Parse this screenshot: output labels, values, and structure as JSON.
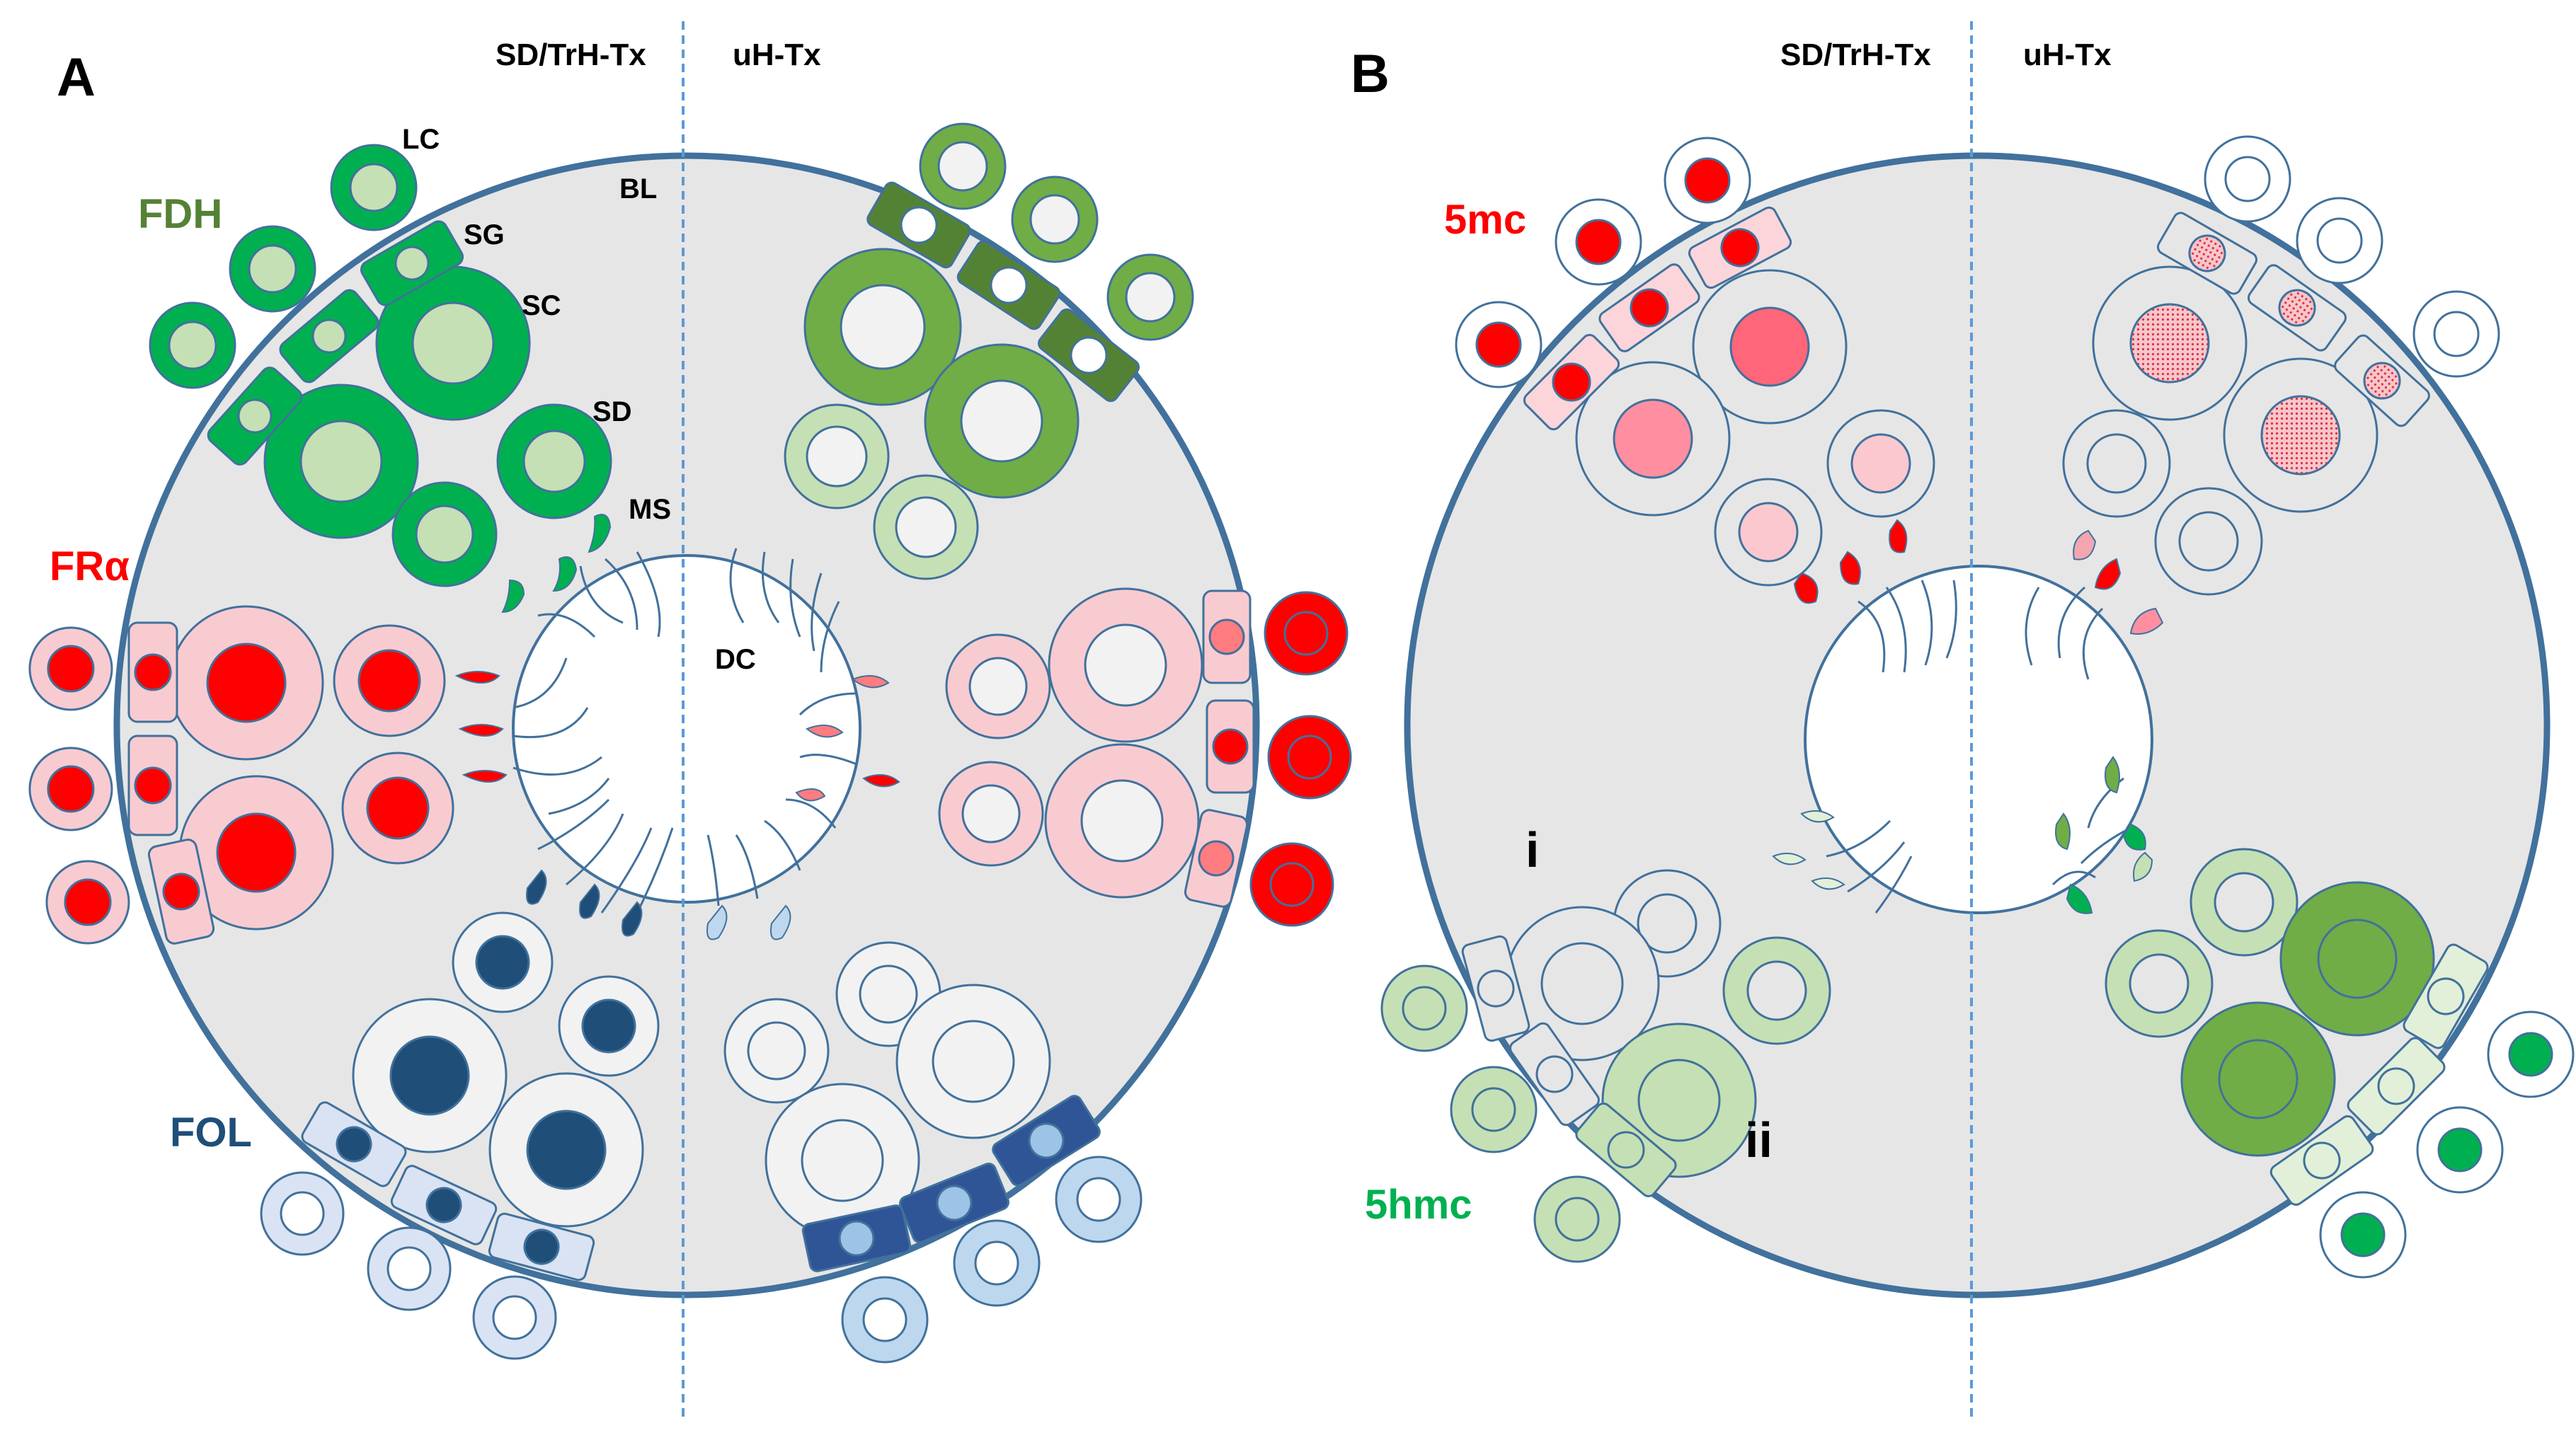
{
  "panels": [
    {
      "letter": "A",
      "left_label": "SD/TrH-Tx",
      "right_label": "uH-Tx",
      "structures": {
        "LC": "LC",
        "SG": "SG",
        "SC": "SC",
        "SD": "SD",
        "BL": "BL",
        "MS": "MS",
        "DC": "DC"
      },
      "markers": {
        "top": "FDH",
        "left": "FRα",
        "bottom": "FOL"
      }
    },
    {
      "letter": "B",
      "left_label": "SD/TrH-Tx",
      "right_label": "uH-Tx",
      "markers": {
        "top": "5mc",
        "bottom": "5hmc"
      },
      "annotations": {
        "i": "i",
        "ii": "ii"
      }
    }
  ],
  "colors": {
    "lumen_bg": "#e6e6e6",
    "outline": "#41719c",
    "divider": "#5b9bd5",
    "fdh_dark": "#00b050",
    "fdh_mid": "#70ad47",
    "fdh_olive": "#548235",
    "fdh_light": "#c5e0b4",
    "fr_red": "#ff0000",
    "fr_pink": "#f8cbd1",
    "fol_navy": "#1f4e79",
    "fol_blue": "#2f5597",
    "fol_light": "#dae3f3",
    "fol_pale": "#bdd7ee",
    "mc_mid": "#ff6679",
    "hmc_light": "#c5e0b4",
    "hmc_light2": "#e2f0d9"
  }
}
